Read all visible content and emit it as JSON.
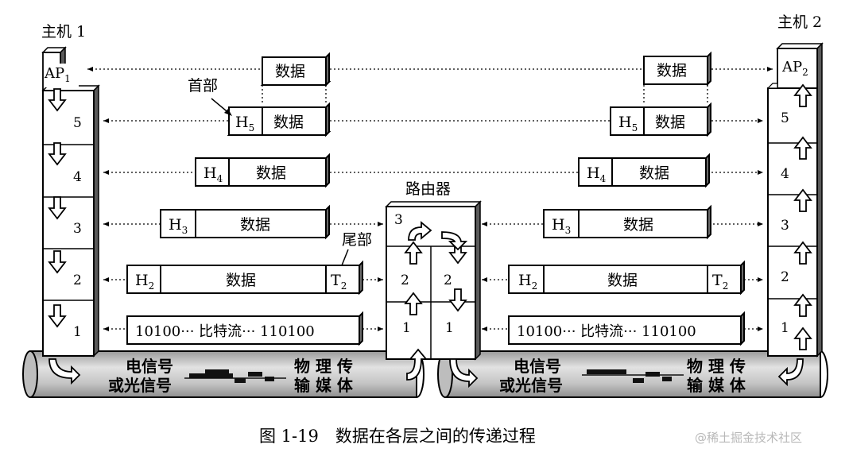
{
  "host1": {
    "title": "主机 1",
    "ap_main": "AP",
    "ap_sub": "1",
    "layers": [
      "5",
      "4",
      "3",
      "2",
      "1"
    ]
  },
  "host2": {
    "title": "主机 2",
    "ap_main": "AP",
    "ap_sub": "2",
    "layers": [
      "5",
      "4",
      "3",
      "2",
      "1"
    ]
  },
  "router": {
    "title": "路由器",
    "layers": [
      "3",
      "2",
      "1"
    ]
  },
  "labels": {
    "header": "首部",
    "trailer": "尾部"
  },
  "packets": {
    "data": "数据",
    "h5": {
      "main": "H",
      "sub": "5"
    },
    "h4": {
      "main": "H",
      "sub": "4"
    },
    "h3": {
      "main": "H",
      "sub": "3"
    },
    "h2": {
      "main": "H",
      "sub": "2"
    },
    "t2": {
      "main": "T",
      "sub": "2"
    },
    "bits": "10100··· 比特流··· 110100"
  },
  "media": {
    "signal_line1": "电信号",
    "signal_line2": "或光信号",
    "medium_line1": "物 理 传",
    "medium_line2": "输 媒 体"
  },
  "caption": "图 1-19　数据在各层之间的传递过程",
  "watermark": "@稀土掘金技术社区",
  "colors": {
    "line": "#000000",
    "tube": "#c8c8c8",
    "box_side": "#5a5a5a",
    "bg": "#ffffff"
  }
}
